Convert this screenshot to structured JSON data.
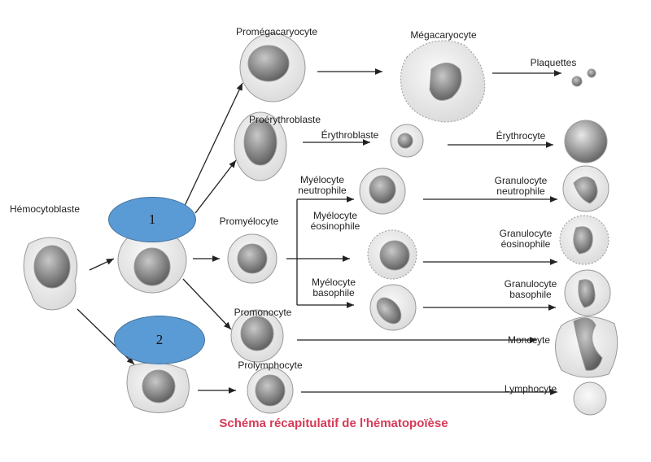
{
  "diagram": {
    "title": "Schéma récapitulatif de l'hématopoïèse",
    "title_color": "#d63a57",
    "labels": {
      "hemocytoblaste": "Hémocytoblaste",
      "promegacaryocyte": "Promégacaryocyte",
      "megacaryocyte": "Mégacaryocyte",
      "plaquettes": "Plaquettes",
      "proerythroblaste": "Proérythroblaste",
      "erythroblaste": "Érythroblaste",
      "erythrocyte": "Érythrocyte",
      "myelocyte_neutrophile": "Myélocyte\nneutrophile",
      "granulocyte_neutrophile": "Granulocyte\nneutrophile",
      "promyelocyte": "Promyélocyte",
      "myelocyte_eosinophile": "Myélocyte\néosinophile",
      "granulocyte_eosinophile": "Granulocyte\néosinophile",
      "myelocyte_basophile": "Myélocyte\nbasophile",
      "granulocyte_basophile": "Granulocyte\nbasophile",
      "promonocyte": "Promonocyte",
      "monocyte": "Monocyte",
      "prolymphocyte": "Prolymphocyte",
      "lymphocyte": "Lymphocyte"
    },
    "markers": [
      {
        "label": "1",
        "color": "#5b9bd5"
      },
      {
        "label": "2",
        "color": "#5b9bd5"
      }
    ]
  }
}
